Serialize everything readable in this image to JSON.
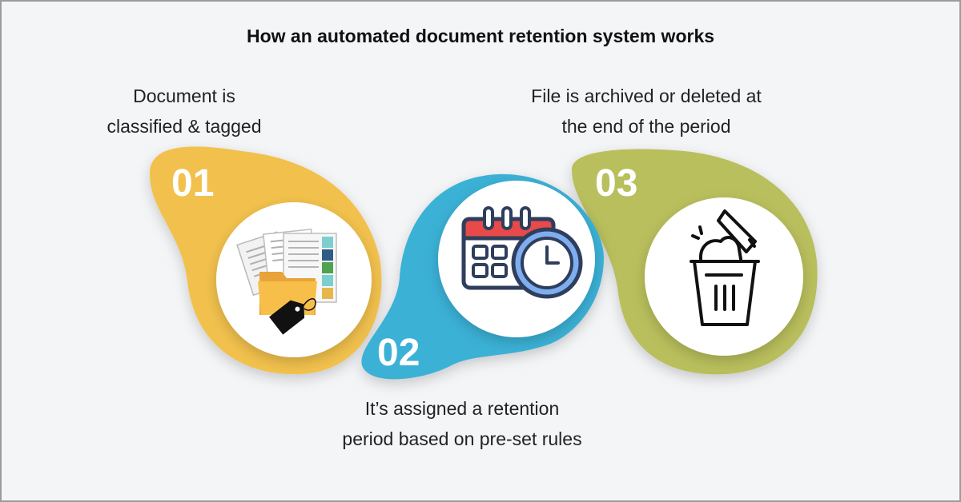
{
  "title": "How an automated document retention system works",
  "steps": [
    {
      "number": "01",
      "caption_line1": "Document is",
      "caption_line2": "classified & tagged",
      "color": "#f2c14e",
      "icon": "document-folder-tag-icon"
    },
    {
      "number": "02",
      "caption_line1": "It’s assigned a retention",
      "caption_line2": "period based on pre-set rules",
      "color": "#3bb1d6",
      "icon": "calendar-clock-icon"
    },
    {
      "number": "03",
      "caption_line1": "File is archived or deleted at",
      "caption_line2": "the end of the period",
      "color": "#b9bf5c",
      "icon": "trash-bin-icon"
    }
  ]
}
